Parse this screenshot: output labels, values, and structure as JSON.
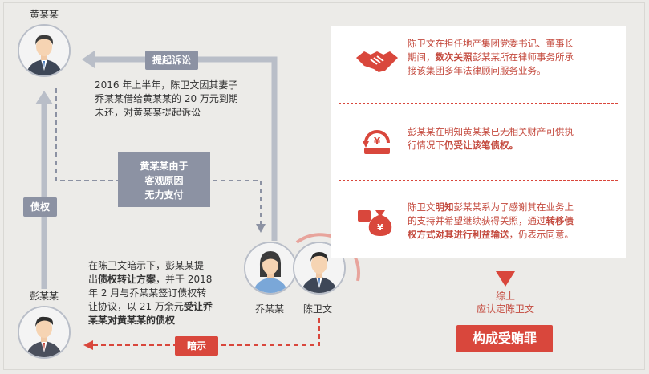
{
  "people": {
    "huang": {
      "name": "黄某某"
    },
    "peng": {
      "name": "彭某某"
    },
    "qiao": {
      "name": "乔某某"
    },
    "chen": {
      "name": "陈卫文"
    }
  },
  "flow": {
    "lawsuit_label": "提起诉讼",
    "lawsuit_text_1": "2016 年上半年，陈卫文因其妻子",
    "lawsuit_text_2": "乔某某借给黄某某的 20 万元到期",
    "lawsuit_text_3": "未还，对黄某某提起诉讼",
    "unable_line_1": "黄某某由于",
    "unable_line_2": "客观原因",
    "unable_line_3": "无力支付",
    "claim_label": "债权",
    "hint_label": "暗示",
    "hint_text_1": "在陈卫文暗示下，彭某某提",
    "hint_text_2a": "出",
    "hint_text_2b": "债权转让方案",
    "hint_text_2c": "，并于 2018",
    "hint_text_3": "年 2 月与乔某某签订债权转",
    "hint_text_4a": "让协议，以 21 万余元",
    "hint_text_4b": "受让乔",
    "hint_text_5": "某某对黄某某的债权"
  },
  "panel": {
    "row1_a": "陈卫文在担任地产集团党委书记、董事长",
    "row1_b": "期间，",
    "row1_c": "数次关照",
    "row1_d": "彭某某所在律师事务所承",
    "row1_e": "接该集团多年法律顾问服务业务。",
    "row2_a": "彭某某在明知黄某某已无相关财产可供执",
    "row2_b": "行情况下",
    "row2_c": "仍受让该笔债权。",
    "row3_a": "陈卫文",
    "row3_b": "明知",
    "row3_c": "彭某某系为了感谢其在业务上",
    "row3_d": "的支持并希望继续获得关照，通过",
    "row3_e": "转移债",
    "row3_f": "权方式对其进行利益输送",
    "row3_g": "，仍表示同意。",
    "icons": [
      "handshake-icon",
      "money-coin-icon",
      "money-bag-icon"
    ]
  },
  "conclusion": {
    "line1": "综上",
    "line2": "应认定陈卫文",
    "verdict": "构成受贿罪"
  },
  "colors": {
    "accent_red": "#d9473c",
    "grey_tag": "#8c92a3",
    "arrow_grey": "#b9bec8"
  }
}
